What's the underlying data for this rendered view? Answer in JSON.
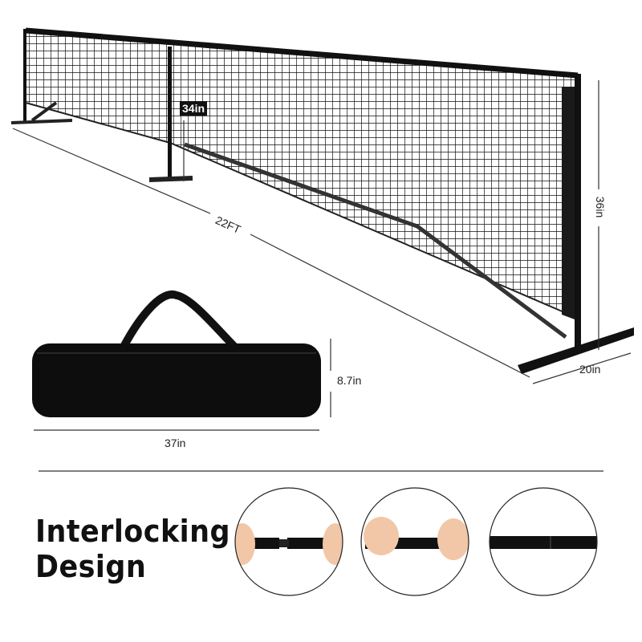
{
  "dimensions": {
    "net_post_height": "34in",
    "net_height": "36in",
    "net_length": "22FT",
    "base_width": "20in",
    "bag_height": "8.7in",
    "bag_length": "37in"
  },
  "feature_title": [
    "Interlocking",
    "Design"
  ],
  "colors": {
    "net": "#111111",
    "background": "#ffffff",
    "skin": "#f1c7a8"
  }
}
